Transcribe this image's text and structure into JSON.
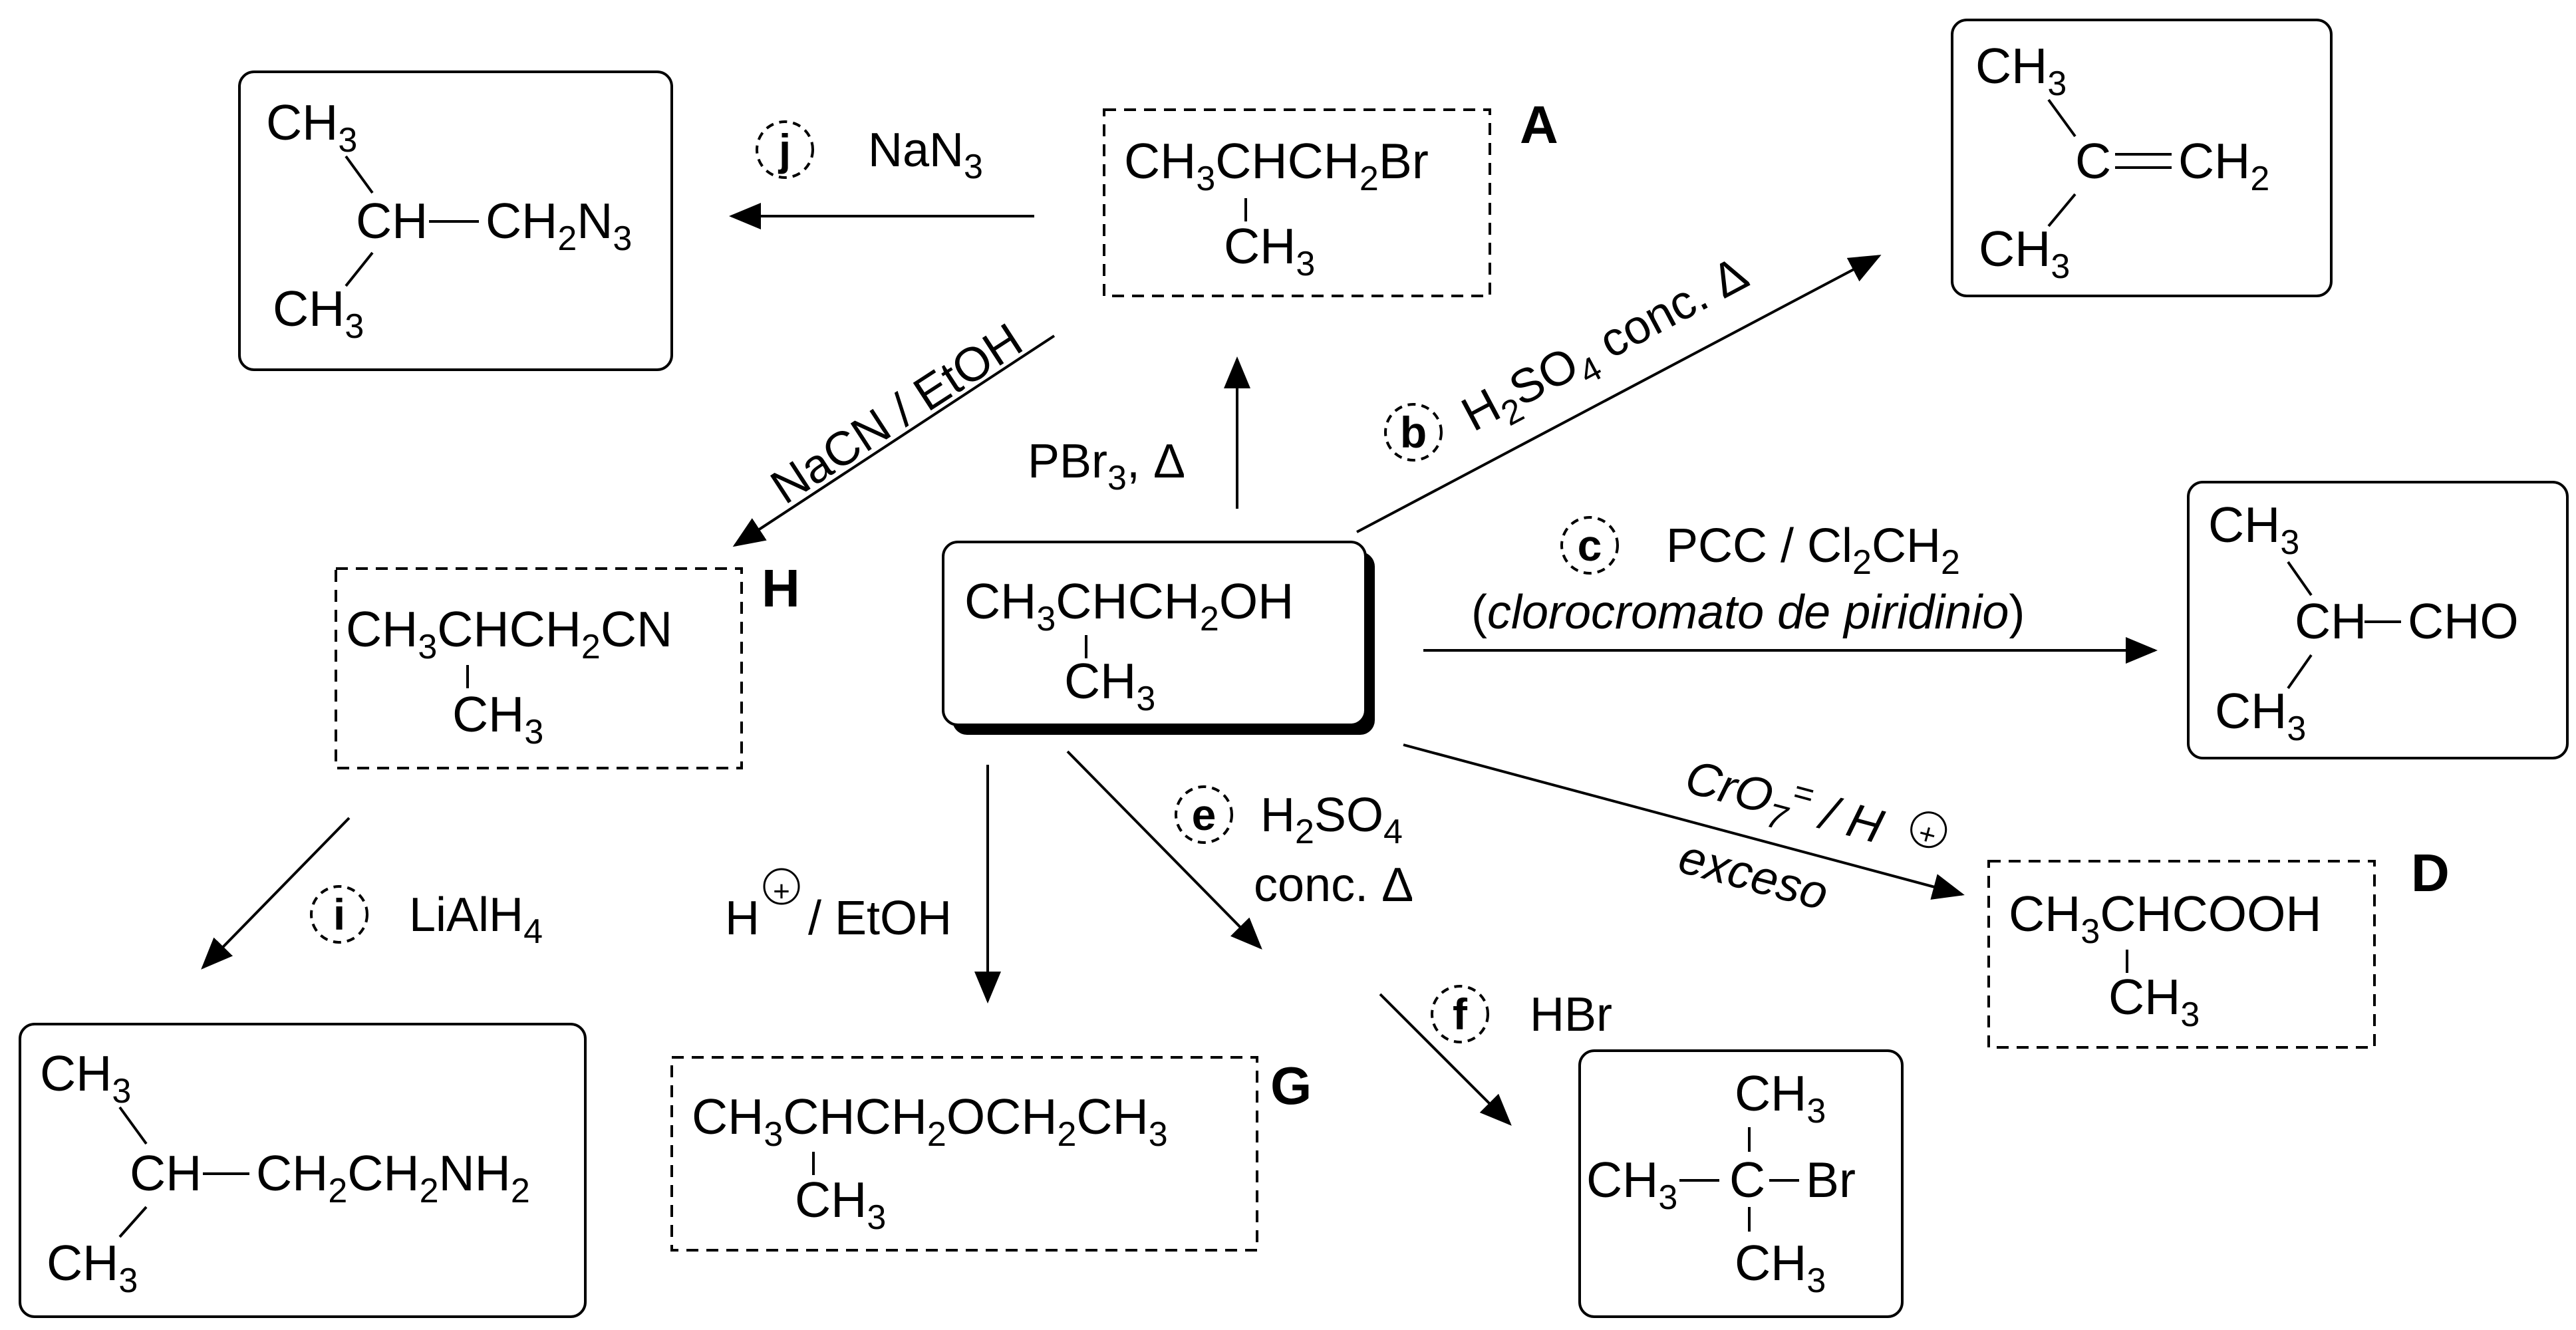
{
  "start": {
    "main": "CH3CHCH2OH",
    "branch": "CH3"
  },
  "compound_A": {
    "letter": "A",
    "main": "CH3CHCH2Br",
    "branch": "CH3"
  },
  "compound_H": {
    "letter": "H",
    "main": "CH3CHCH2CN",
    "branch": "CH3"
  },
  "compound_D": {
    "letter": "D",
    "main": "CH3CHCOOH",
    "branch": "CH3"
  },
  "compound_G": {
    "letter": "G",
    "main": "CH3CHCH2OCH2CH3",
    "branch": "CH3"
  },
  "product_j": {
    "top": "CH3",
    "center": "CH",
    "right": "CH2N3",
    "bottom": "CH3"
  },
  "product_b": {
    "top": "CH3",
    "center": "C",
    "right": "CH2",
    "bottom": "CH3"
  },
  "product_c": {
    "top": "CH3",
    "center": "CH",
    "right": "CHO",
    "bottom": "CH3"
  },
  "product_i": {
    "top": "CH3",
    "center": "CH",
    "right": "CH2CH2NH2",
    "bottom": "CH3"
  },
  "product_f": {
    "top": "CH3",
    "left": "CH3",
    "center": "C",
    "right": "Br",
    "bottom": "CH3"
  },
  "reactions": {
    "j": {
      "letter": "j",
      "reagent": "NaN3"
    },
    "pbr3": {
      "reagent": "PBr3, Δ"
    },
    "nacn": {
      "reagent": "NaCN / EtOH"
    },
    "b": {
      "letter": "b",
      "reagent": "H2SO4 conc. Δ"
    },
    "c": {
      "letter": "c",
      "reagent": "PCC / Cl2CH2",
      "note": "clorocromato de piridinio"
    },
    "d": {
      "reagent": "CrO7= / H⊕",
      "note": "exceso"
    },
    "e": {
      "letter": "e",
      "reagent": "H2SO4",
      "reagent2": "conc. Δ"
    },
    "f": {
      "letter": "f",
      "reagent": "HBr"
    },
    "g": {
      "reagent": "H⊕ / EtOH"
    },
    "i": {
      "letter": "i",
      "reagent": "LiAlH4"
    }
  }
}
